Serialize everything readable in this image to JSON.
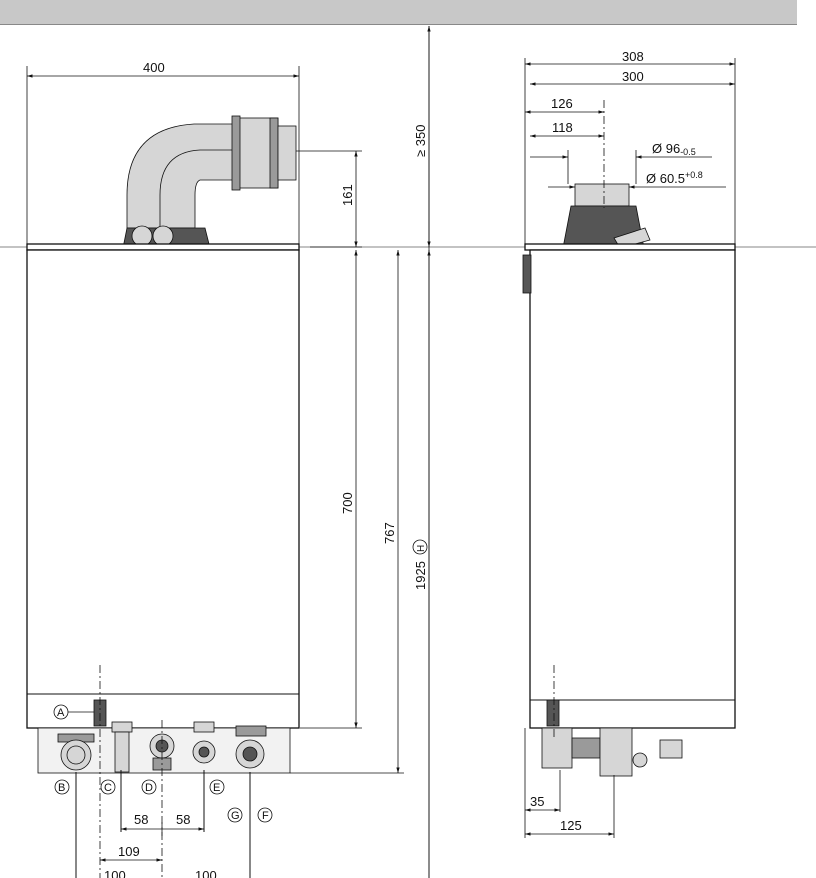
{
  "dimensions": {
    "front_width": "400",
    "flue_height": "161",
    "clearance_top": "≥ 350",
    "casing_height": "700",
    "overall_height": "767",
    "mount_height": "1925",
    "mount_marker": "H",
    "side_depth_outer": "308",
    "side_depth_inner": "300",
    "flue_center_a": "126",
    "flue_center_b": "118",
    "flue_outer_diam": "Ø 96",
    "flue_outer_tol": "-0.5",
    "flue_inner_diam": "Ø 60.5",
    "flue_inner_tol": "+0.8",
    "pitch_left": "58",
    "pitch_right": "58",
    "offset_109": "109",
    "offset_bottom_left": "100",
    "offset_bottom_right": "100",
    "side_offset_35": "35",
    "side_offset_125": "125"
  },
  "markers": {
    "a": "A",
    "b": "B",
    "c": "C",
    "d": "D",
    "e": "E",
    "f": "F",
    "g": "G"
  },
  "colors": {
    "header": "#c8c8c8",
    "ink": "#111111"
  }
}
